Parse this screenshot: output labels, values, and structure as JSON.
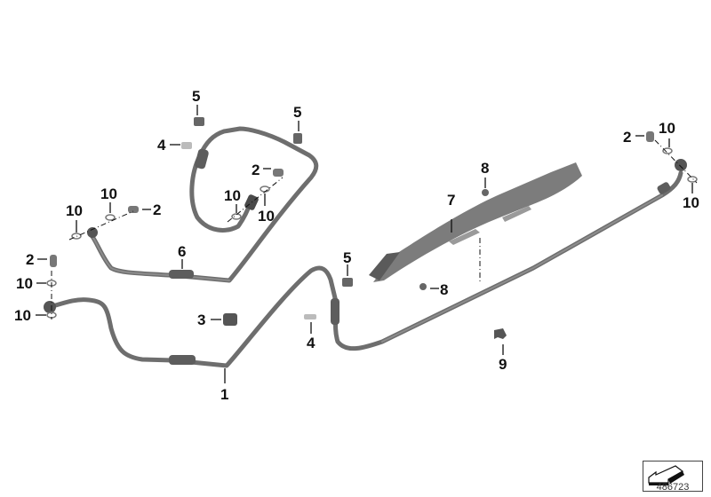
{
  "diagram": {
    "type": "exploded-parts-diagram",
    "image_number": "486723",
    "callouts": [
      {
        "id": "callout-1-main-line",
        "text": "1"
      },
      {
        "id": "callout-2-top-center",
        "text": "2"
      },
      {
        "id": "callout-2-left-upper",
        "text": "2"
      },
      {
        "id": "callout-2-left-lower",
        "text": "2"
      },
      {
        "id": "callout-2-right",
        "text": "2"
      },
      {
        "id": "callout-3",
        "text": "3"
      },
      {
        "id": "callout-4-upper",
        "text": "4"
      },
      {
        "id": "callout-4-lower",
        "text": "4"
      },
      {
        "id": "callout-5-top-left",
        "text": "5"
      },
      {
        "id": "callout-5-top-right",
        "text": "5"
      },
      {
        "id": "callout-5-mid",
        "text": "5"
      },
      {
        "id": "callout-6",
        "text": "6"
      },
      {
        "id": "callout-7",
        "text": "7"
      },
      {
        "id": "callout-8-upper",
        "text": "8"
      },
      {
        "id": "callout-8-lower",
        "text": "8"
      },
      {
        "id": "callout-9",
        "text": "9"
      },
      {
        "id": "callout-10-center-left",
        "text": "10"
      },
      {
        "id": "callout-10-center-right",
        "text": "10"
      },
      {
        "id": "callout-10-upper-a",
        "text": "10"
      },
      {
        "id": "callout-10-upper-b",
        "text": "10"
      },
      {
        "id": "callout-10-left-a",
        "text": "10"
      },
      {
        "id": "callout-10-left-b",
        "text": "10"
      },
      {
        "id": "callout-10-right-a",
        "text": "10"
      },
      {
        "id": "callout-10-right-b",
        "text": "10"
      }
    ]
  },
  "icons": {
    "nav_arrow": "arrow-down-left-icon"
  }
}
